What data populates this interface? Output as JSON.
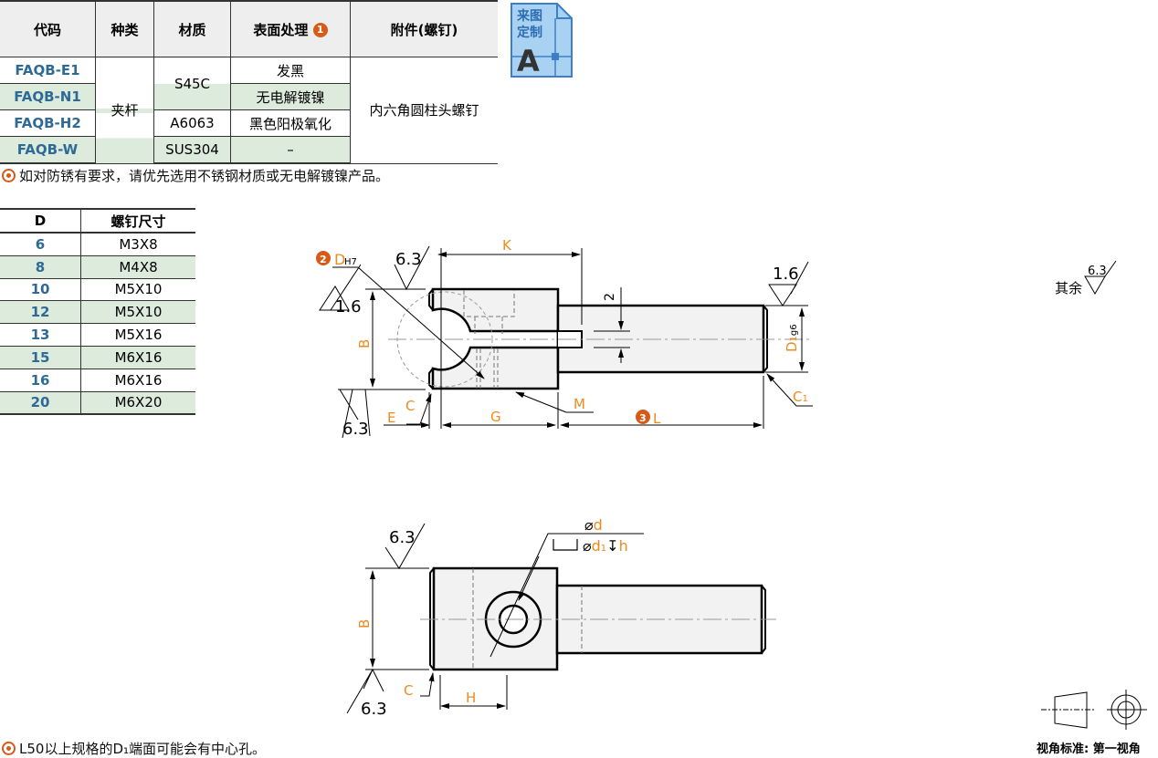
{
  "spec_table": {
    "headers": [
      "代码",
      "种类",
      "材质",
      "表面处理",
      "附件(螺钉)"
    ],
    "header_badge": "1",
    "rows": [
      {
        "code": "FAQB-E1",
        "surface": "发黑"
      },
      {
        "code": "FAQB-N1",
        "surface": "无电解镀镍"
      },
      {
        "code": "FAQB-H2",
        "surface": "黑色阳极氧化"
      },
      {
        "code": "FAQB-W",
        "surface": "–"
      }
    ],
    "type": "夹杆",
    "materials": [
      "S45C",
      "A6063",
      "SUS304"
    ],
    "accessory": "内六角圆柱头螺钉"
  },
  "custom_badge": {
    "line1": "来图",
    "line2": "定制",
    "letter": "A"
  },
  "note_rust": "如对防锈有要求，请优先选用不锈钢材质或无电解镀镍产品。",
  "screw_table": {
    "headers": [
      "D",
      "螺钉尺寸"
    ],
    "rows": [
      {
        "d": "6",
        "screw": "M3X8"
      },
      {
        "d": "8",
        "screw": "M4X8"
      },
      {
        "d": "10",
        "screw": "M5X10"
      },
      {
        "d": "12",
        "screw": "M5X10"
      },
      {
        "d": "13",
        "screw": "M5X16"
      },
      {
        "d": "15",
        "screw": "M6X16"
      },
      {
        "d": "16",
        "screw": "M6X16"
      },
      {
        "d": "20",
        "screw": "M6X20"
      }
    ]
  },
  "drawing": {
    "roughness_63": "6.3",
    "roughness_16": "1.6",
    "dim_D": "D",
    "dim_D_tol": "H7",
    "dim_K": "K",
    "dim_2": "2",
    "dim_B": "B",
    "dim_D1": "D",
    "dim_D1_sub": "1",
    "dim_D1_tol": "g6",
    "dim_C": "C",
    "dim_C1": "C",
    "dim_C1_sub": "1",
    "dim_E": "E",
    "dim_G": "G",
    "dim_M": "M",
    "dim_L": "L",
    "dim_H": "H",
    "dim_d": "d",
    "dim_d1": "d",
    "dim_d1_sub": "1",
    "dim_h": "h",
    "diameter_symbol": "⌀",
    "depth_symbol": "↧",
    "badge2": "2",
    "badge3": "3",
    "other_label": "其余",
    "other_roughness": "6.3"
  },
  "view_label": "视角标准: 第一视角",
  "note_center_hole": "L50以上规格的D₁端面可能会有中心孔。",
  "colors": {
    "accent": "#f08a1c",
    "code": "#2f6a96",
    "green_row": "#dcebdc",
    "badge": "#d85a17"
  }
}
